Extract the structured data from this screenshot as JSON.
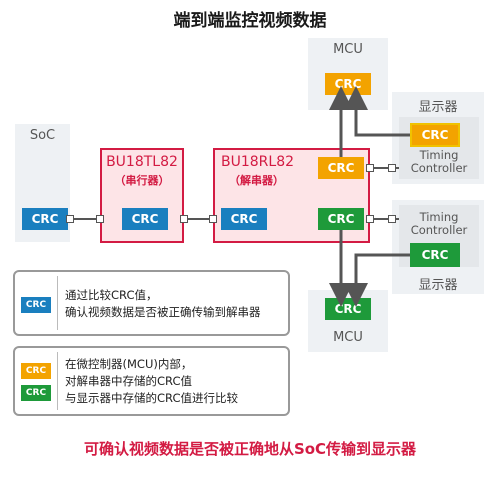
{
  "title": "端到端监控视频数据",
  "soc_label": "SoC",
  "mcu_top_label": "MCU",
  "mcu_bottom_label": "MCU",
  "display_top_label": "显示器",
  "display_bottom_label": "显示器",
  "serializer": {
    "title": "BU18TL82",
    "subtitle": "（串行器）"
  },
  "deserializer": {
    "title": "BU18RL82",
    "subtitle": "（解串器）"
  },
  "timing_controller_line1": "Timing",
  "timing_controller_line2": "Controller",
  "crc_label": "CRC",
  "legend1": {
    "chip": "CRC",
    "line1": "通过比较CRC值，",
    "line2": "确认视频数据是否被正确传输到解串器"
  },
  "legend2": {
    "chip_a": "CRC",
    "chip_b": "CRC",
    "line1": "在微控制器(MCU)内部，",
    "line2": "对解串器中存储的CRC值",
    "line3": "与显示器中存储的CRC值进行比较"
  },
  "bottom_caption": "可确认视频数据是否被正确地从SoC传输到显示器",
  "colors": {
    "red": "#d31b43",
    "blue": "#1a7fbf",
    "orange": "#f3a300",
    "green": "#1e9a3a"
  }
}
